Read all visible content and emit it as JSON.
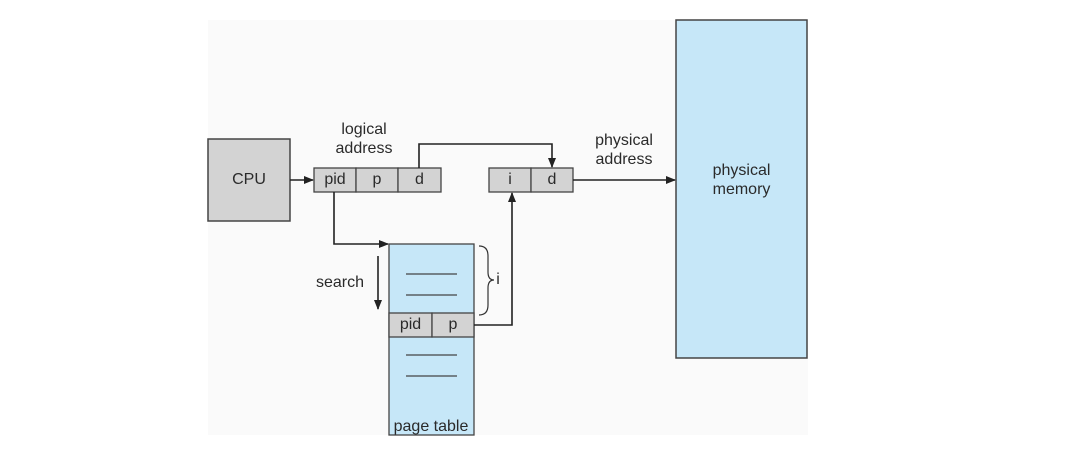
{
  "diagram": {
    "title": "Inverted page table architecture",
    "colors": {
      "box_gray": "#d3d3d3",
      "memory_blue": "#c6e7f8",
      "stroke": "#333333",
      "background": "#fafafa"
    },
    "cpu": {
      "label": "CPU"
    },
    "logical_address": {
      "label_line1": "logical",
      "label_line2": "address",
      "fields": [
        "pid",
        "p",
        "d"
      ]
    },
    "physical_address": {
      "label_line1": "physical",
      "label_line2": "address",
      "fields": [
        "i",
        "d"
      ]
    },
    "physical_memory": {
      "label_line1": "physical",
      "label_line2": "memory"
    },
    "page_table": {
      "label": "page table",
      "entry_fields": [
        "pid",
        "p"
      ],
      "search_label": "search",
      "index_label": "i"
    }
  }
}
